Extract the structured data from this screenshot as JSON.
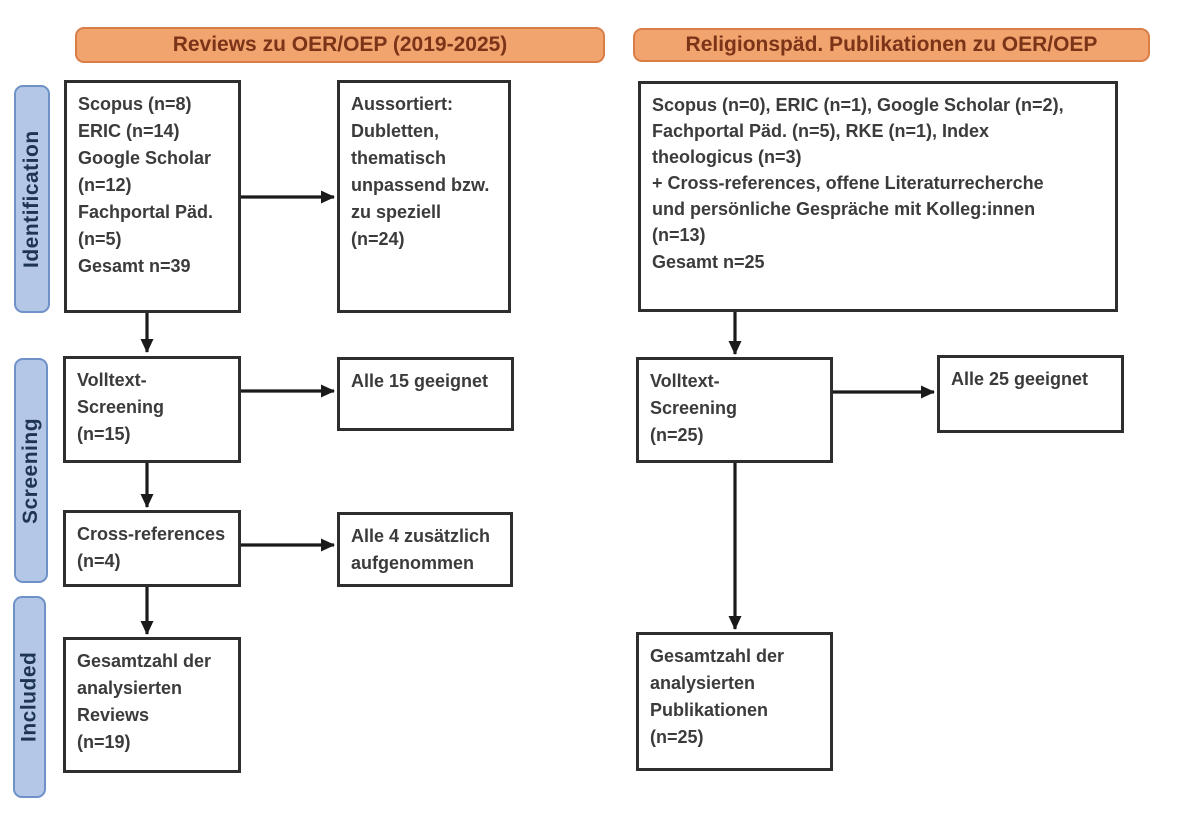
{
  "diagram": {
    "stages": [
      "Identification",
      "Screening",
      "Included"
    ],
    "left": {
      "header": "Reviews zu OER/OEP (2019-2025)",
      "sources": "Scopus (n=8)\nERIC (n=14)\nGoogle Scholar\n(n=12)\nFachportal Päd.\n(n=5)\nGesamt n=39",
      "excluded": "Aussortiert:\nDubletten,\nthematisch\nunpassend bzw.\nzu speziell\n(n=24)",
      "fulltext": "Volltext-\nScreening\n(n=15)",
      "fulltext_result": "Alle 15 geeignet",
      "crossref": "Cross-references\n(n=4)",
      "crossref_result": "Alle 4 zusätzlich\naufgenommen",
      "included": "Gesamtzahl der\nanalysierten\nReviews\n(n=19)"
    },
    "right": {
      "header": "Religionspäd. Publikationen zu OER/OEP",
      "sources": "Scopus (n=0), ERIC (n=1), Google Scholar (n=2),\nFachportal Päd. (n=5), RKE (n=1), Index\ntheologicus (n=3)\n+ Cross-references, offene Literaturrecherche\nund persönliche Gespräche mit Kolleg:innen\n(n=13)\nGesamt n=25",
      "fulltext": "Volltext-\nScreening\n(n=25)",
      "fulltext_result": "Alle 25 geeignet",
      "included": "Gesamtzahl der\nanalysierten\nPublikationen\n(n=25)"
    },
    "colors": {
      "header_fill": "#F2A46F",
      "header_border": "#DA7E47",
      "header_text": "#7B3418",
      "stage_fill": "#B4C7E7",
      "stage_border": "#6E92C8",
      "stage_text": "#1E3552",
      "box_border": "#2E2E2E",
      "arrow": "#1A1A1A"
    }
  }
}
